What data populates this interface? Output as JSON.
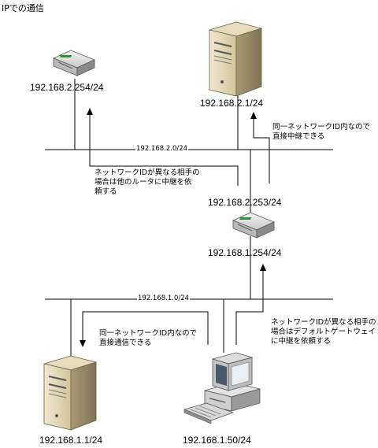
{
  "title": "IPでの通信",
  "nodes": {
    "router_top_left": {
      "ip": "192.168.2.254/24"
    },
    "server_top": {
      "ip": "192.168.2.1/24"
    },
    "router_mid_wan": {
      "ip": "192.168.2.253/24"
    },
    "router_mid_lan": {
      "ip": "192.168.1.254/24"
    },
    "server_bottom": {
      "ip": "192.168.1.1/24"
    },
    "pc_bottom": {
      "ip": "192.168.1.50/24"
    }
  },
  "networks": {
    "upper": "192.168.2.0/24",
    "lower": "192.168.1.0/24"
  },
  "notes": {
    "upper_right": "同一ネットワークID内なので\n直接中継できる",
    "upper_left": "ネットワークIDが異なる相手の\n場合は他のルータに中継を依\n頼する",
    "lower_left": "同一ネットワークID内なので\n直接通信できる",
    "lower_right": "ネットワークIDが異なる相手の\n場合はデフォルトゲートウェイ\nに中継を依頼する"
  }
}
